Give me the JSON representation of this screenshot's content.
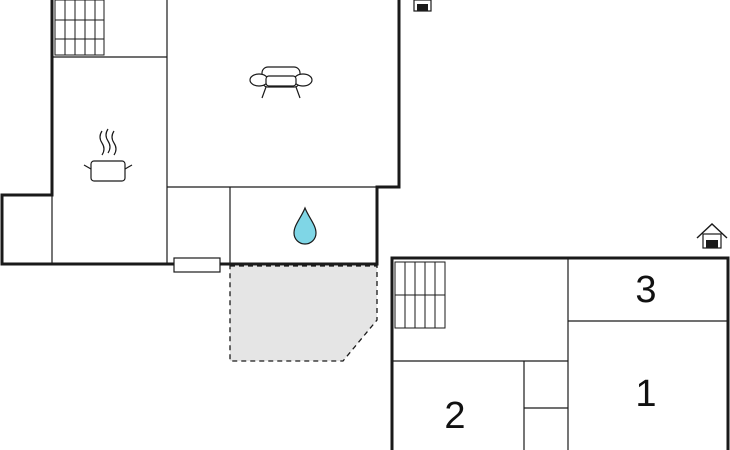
{
  "floor_plan": {
    "rooms": [
      {
        "id": "room-1",
        "label": "1"
      },
      {
        "id": "room-2",
        "label": "2"
      },
      {
        "id": "room-3",
        "label": "3"
      }
    ],
    "icons": [
      "sofa-icon",
      "cooking-pot-icon",
      "water-drop-icon",
      "house-entrance-icon",
      "stairs-icon"
    ],
    "colors": {
      "walls": "#1a1a1a",
      "terrace": "#e5e5e5",
      "water_drop": "#7fd6e6"
    }
  }
}
